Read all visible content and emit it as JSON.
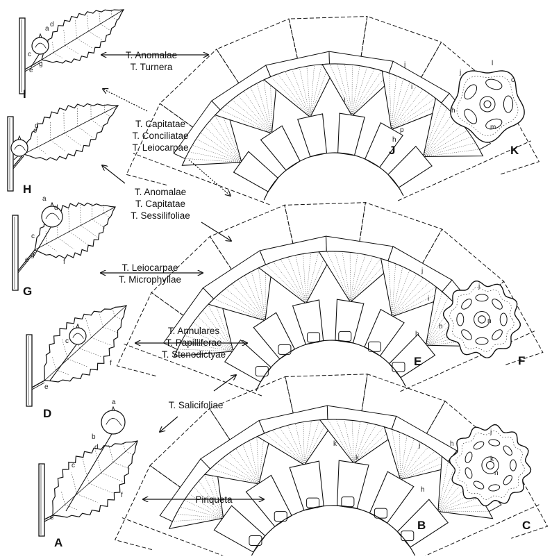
{
  "figure_letters": {
    "I": "I",
    "H": "H",
    "G": "G",
    "D": "D",
    "A": "A",
    "J": "J",
    "K": "K",
    "E": "E",
    "F": "F",
    "B": "B",
    "C": "C"
  },
  "groups": {
    "anomalae_turnera": [
      "T. Anomalae",
      "T. Turnera"
    ],
    "capitatae_group": [
      "T. Capitatae",
      "T. Conciliatae",
      "T. Leiocarpae"
    ],
    "anomalae_group": [
      "T. Anomalae",
      "T. Capitatae",
      "T. Sessilifoliae"
    ],
    "leiocarpae_group": [
      "T. Leiocarpae",
      "T. Microphyllae"
    ],
    "annulares_group": [
      "T. Annulares",
      "T. Papilliferae",
      "T. Stenodictyae"
    ],
    "salicifoliae": "T. Salicifoliae",
    "piriqueta": "Piriqueta"
  },
  "part_labels": {
    "a": "a",
    "b": "b",
    "c": "c",
    "d": "d",
    "e": "e",
    "f": "f",
    "g": "g",
    "h": "h",
    "i": "i",
    "j": "j",
    "k": "k",
    "l": "l",
    "m": "m",
    "n": "n",
    "o": "o",
    "p": "p"
  },
  "colors": {
    "ink": "#111111",
    "background": "#ffffff"
  }
}
